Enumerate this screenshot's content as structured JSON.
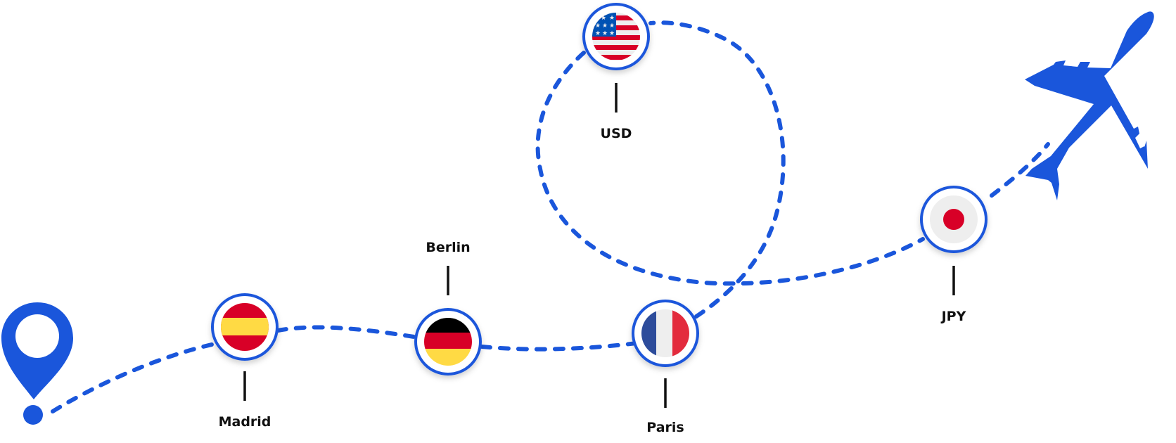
{
  "diagram": {
    "accent_color": "#1A56DB",
    "start_icon": "location-pin-icon",
    "end_icon": "airplane-icon",
    "nodes": [
      {
        "label": "Madrid",
        "flag": "spain-flag-icon",
        "label_position": "below"
      },
      {
        "label": "Berlin",
        "flag": "germany-flag-icon",
        "label_position": "above"
      },
      {
        "label": "Paris",
        "flag": "france-flag-icon",
        "label_position": "below"
      },
      {
        "label": "USD",
        "flag": "usa-flag-icon",
        "label_position": "below"
      },
      {
        "label": "JPY",
        "flag": "japan-flag-icon",
        "label_position": "below"
      }
    ],
    "flag_colors": {
      "red": "#D80027",
      "yellow": "#FFDA44",
      "black": "#000000",
      "blue_fr": "#2D4C9B",
      "red_fr": "#E32B3D",
      "white": "#EEEEEE",
      "blue_us": "#0052B4"
    }
  }
}
